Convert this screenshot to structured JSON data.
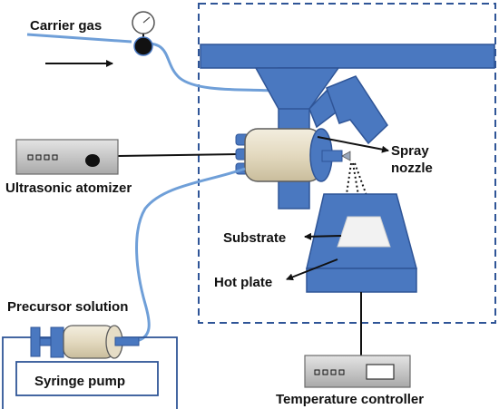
{
  "labels": {
    "carrier_gas": "Carrier gas",
    "spray": "Spray",
    "nozzle": "nozzle",
    "ultrasonic_atomizer": "Ultrasonic atomizer",
    "substrate": "Substrate",
    "hot_plate": "Hot plate",
    "precursor_solution": "Precursor solution",
    "syringe_pump": "Syringe pump",
    "temperature_controller": "Temperature controller"
  },
  "colors": {
    "frame_blue": "#4a78c0",
    "frame_dark": "#2f5597",
    "tube_blue": "#6f9fd8",
    "atomizer_body": "#e6ddc6",
    "device_gray": "#c8c8c8",
    "text": "#111111"
  }
}
